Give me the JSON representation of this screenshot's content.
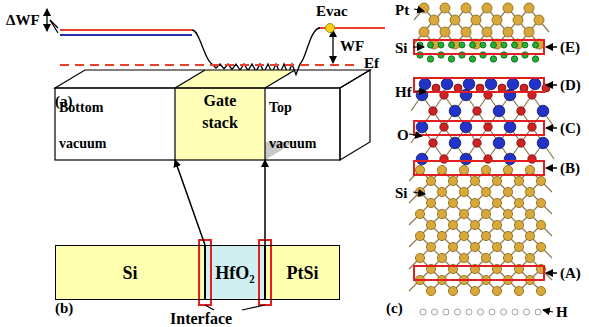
{
  "diagram": {
    "nodes": [
      {
        "text": [
          "Bottom vacuum"
        ]
      },
      {
        "text": [
          "Gate stack"
        ]
      },
      {
        "text": [
          "Top vacuum"
        ]
      },
      {
        "text": [
          "Si"
        ]
      },
      {
        "text": [
          "HfO₂"
        ]
      },
      {
        "text": [
          "PtSi"
        ]
      }
    ],
    "edges": [
      {
        "from": 4,
        "to": 1,
        "arrow": "to"
      },
      {
        "from": 4,
        "to": 1,
        "arrow": "to"
      }
    ],
    "labels": [
      "ΔWF",
      "Evac",
      "WF",
      "Ef",
      "(a)",
      "(b)",
      "Interface",
      "(c)",
      "Pt",
      "Si",
      "Hf",
      "O",
      "Si",
      "H",
      "(E)",
      "(D)",
      "(C)",
      "(B)",
      "(A)"
    ]
  }
}
